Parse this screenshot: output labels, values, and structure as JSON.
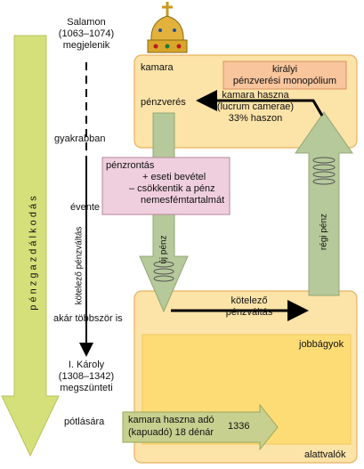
{
  "timeline": {
    "ruler_lines": [
      "Salamon",
      "(1063–1074)",
      "megjelenik"
    ],
    "frequency_often": "gyakrabban",
    "frequency_yearly": "évente",
    "frequency_many": "akár többször is",
    "vertical_label": "kötelező pénzváltás",
    "end_ruler_lines": [
      "I. Károly",
      "(1308–1342)",
      "megszünteti"
    ],
    "replacement": "pótlására"
  },
  "side_label": "p é n z g a z d á l k o d á s",
  "kamara": {
    "label": "kamara",
    "monopoly_lines": [
      "királyi",
      "pénzverési monopólium"
    ],
    "minting": "pénzverés",
    "profit_lines": [
      "kamara haszna",
      "(lucrum camerae)",
      "33% haszon"
    ]
  },
  "debasement": {
    "title": "pénzrontás",
    "lines": [
      "+ eseti bevétel",
      "– csökkentik a pénz",
      "nemesfémtartalmát"
    ]
  },
  "arrows": {
    "new_money": "új pénz",
    "old_money": "régi pénz",
    "exchange_lines": [
      "kötelező",
      "pénzváltás"
    ]
  },
  "subjects": {
    "outer_label": "alattvalók",
    "inner_label": "jobbágyok"
  },
  "tax": {
    "lines": [
      "kamara haszna adó",
      "(kapuadó) 18 dénár"
    ],
    "year": "1336"
  },
  "colors": {
    "box_fill": "#fce3a8",
    "box_stroke": "#e8b15f",
    "inner_fill": "#fddc76",
    "green_arrow": "#b6c99a",
    "big_arrow": "#d6e07a",
    "pink_box": "#efcfdd"
  },
  "icons": [
    "holy-crown-icon"
  ]
}
